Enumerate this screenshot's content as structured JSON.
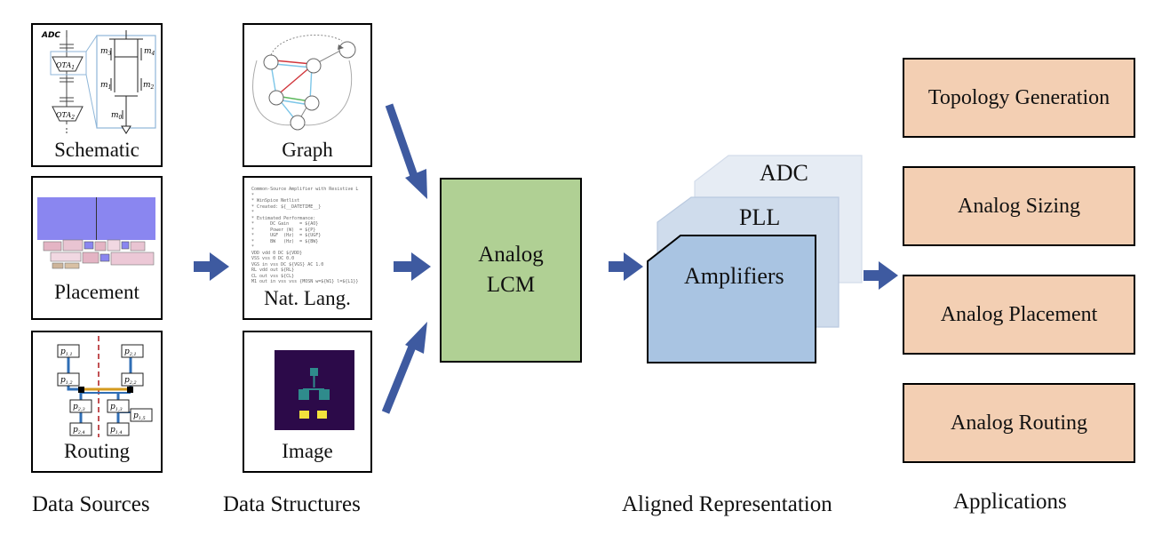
{
  "sources": {
    "schematic": {
      "label": "Schematic",
      "adc_tag": "ADC",
      "ota_top": "OTA",
      "ota_top_sub": "1",
      "ota_bottom": "OTA",
      "ota_bottom_sub": "2",
      "transistors": [
        {
          "name": "m",
          "sub": "3"
        },
        {
          "name": "m",
          "sub": "4"
        },
        {
          "name": "m",
          "sub": "1"
        },
        {
          "name": "m",
          "sub": "2"
        },
        {
          "name": "m",
          "sub": "0"
        }
      ]
    },
    "placement": {
      "label": "Placement"
    },
    "routing": {
      "label": "Routing",
      "pins": [
        {
          "name": "p",
          "sub": "1,1"
        },
        {
          "name": "p",
          "sub": "2,1"
        },
        {
          "name": "p",
          "sub": "1,2"
        },
        {
          "name": "p",
          "sub": "2,2"
        },
        {
          "name": "p",
          "sub": "2,3"
        },
        {
          "name": "p",
          "sub": "1,3"
        },
        {
          "name": "p",
          "sub": "1,5"
        },
        {
          "name": "p",
          "sub": "2,4"
        },
        {
          "name": "p",
          "sub": "1,4"
        }
      ]
    }
  },
  "structures": {
    "graph": {
      "label": "Graph"
    },
    "natlang": {
      "label": "Nat. Lang.",
      "netlist_lines": [
        "Common-Source Amplifier with Resistive L",
        "*",
        "* WinSpice Netlist",
        "* Created: ${__DATETIME__}",
        "*",
        "* Estimated Performance:",
        "*      DC Gain    = ${AO}",
        "*      Power (W)  = ${P}",
        "*      UGF  (Hz)  = ${UGF}",
        "*      BW   (Hz)  = ${BW}",
        "*",
        "VDD vdd 0 DC ${VDD}",
        "VSS vss 0 DC 0.0",
        "VGS in vss DC ${VGS} AC 1.0",
        "RL vdd out ${RL}",
        "CL out vss ${CL}",
        "M1 out in vss vss {MOSN w=${W1} l=${L1}}"
      ]
    },
    "image": {
      "label": "Image"
    }
  },
  "center": {
    "line1": "Analog",
    "line2": "LCM"
  },
  "aligned": {
    "layers": [
      "ADC",
      "PLL",
      "Amplifiers"
    ]
  },
  "applications": [
    "Topology Generation",
    "Analog Sizing",
    "Analog Placement",
    "Analog Routing"
  ],
  "columns": {
    "data_sources": "Data Sources",
    "data_structures": "Data Structures",
    "aligned_representation": "Aligned Representation",
    "applications": "Applications"
  },
  "colors": {
    "arrow": "#3e5aa0",
    "lcm_fill": "#b0d094",
    "app_fill": "#f3cfb3",
    "layer_front": "#a9c4e2",
    "layer_mid": "#cfdcec",
    "layer_back": "#e6ecf4",
    "placement_block": "#8a86f0",
    "image_bg": "#2c0a49",
    "image_node": "#2f8b8c",
    "image_leaf": "#f2e33c"
  }
}
